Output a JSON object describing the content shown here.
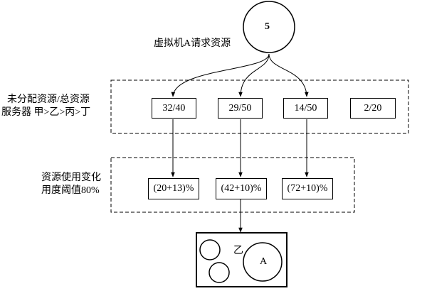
{
  "top_node": {
    "value": "5"
  },
  "request_label": "虚拟机A请求资源",
  "group1": {
    "label_line1": "未分配资源/总资源",
    "label_line2": "服务器  甲>乙>丙>丁",
    "boxes": [
      "32/40",
      "29/50",
      "14/50",
      "2/20"
    ]
  },
  "group2": {
    "label_line1": "资源使用变化",
    "label_line2": "用度阈值80%",
    "boxes": [
      "(20+13)%",
      "(42+10)%",
      "(72+10)%"
    ]
  },
  "server": {
    "name": "乙",
    "vm_label": "A"
  }
}
